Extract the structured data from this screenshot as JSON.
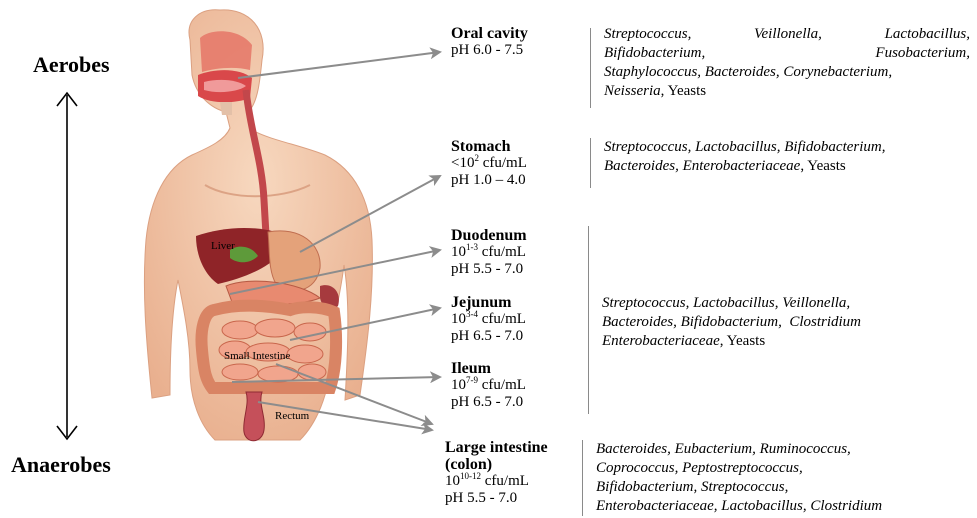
{
  "labels": {
    "aerobes": "Aerobes",
    "anaerobes": "Anaerobes",
    "liver": "Liver",
    "small_intestine": "Small Intestine",
    "rectum": "Rectum"
  },
  "organs": [
    {
      "name": "Oral cavity",
      "count_base": "",
      "count_exp": "",
      "count_unit": "",
      "ph": "pH 6.0 - 7.5"
    },
    {
      "name": "Stomach",
      "count_base": "<10",
      "count_exp": "2",
      "count_unit": " cfu/mL",
      "ph": "pH 1.0 – 4.0"
    },
    {
      "name": "Duodenum",
      "count_base": "10",
      "count_exp": "1-3",
      "count_unit": " cfu/mL",
      "ph": "pH 5.5 - 7.0"
    },
    {
      "name": "Jejunum",
      "count_base": "10",
      "count_exp": "3-4",
      "count_unit": " cfu/mL",
      "ph": "pH 6.5 - 7.0"
    },
    {
      "name": "Ileum",
      "count_base": "10",
      "count_exp": "7-9",
      "count_unit": " cfu/mL",
      "ph": "pH 6.5 - 7.0"
    },
    {
      "name": "Large intestine",
      "name2": "(colon)",
      "count_base": "10",
      "count_exp": "10-12",
      "count_unit": " cfu/mL",
      "ph": "pH 5.5 - 7.0"
    }
  ],
  "bacteria": {
    "oral": {
      "l1": [
        "Streptococcus,",
        "Veillonella,",
        "Lactobacillus,"
      ],
      "l2": [
        "Bifidobacterium,",
        "Fusobacterium,"
      ],
      "l3": "Staphylococcus, Bacteroides, Corynebacterium,",
      "l4_italic": "Neisseria",
      "l4_plain": ", Yeasts"
    },
    "stomach": {
      "l1": "Streptococcus, Lactobacillus, Bifidobacterium,",
      "l2_italic": "Bacteroides, Enterobacteriaceae",
      "l2_plain": ", Yeasts"
    },
    "small": {
      "l1": "Streptococcus, Lactobacillus, Veillonella,",
      "l2": "Bacteroides, Bifidobacterium,  Clostridium",
      "l3_italic": "Enterobacteriaceae",
      "l3_plain": ", Yeasts"
    },
    "large": {
      "l1": "Bacteroides, Eubacterium, Ruminococcus,",
      "l2": "Coprococcus, Peptostreptococcus,",
      "l3": "Bifidobacterium, Streptococcus,",
      "l4": "Enterobacteriaceae, Lactobacillus, Clostridium"
    }
  },
  "colors": {
    "skin": "#f3c7a6",
    "skin_shade": "#e7ab88",
    "arrow": "#8c8c8c",
    "liver": "#8f2428",
    "intestine": "#e88a70",
    "colon": "#c5505a",
    "divider": "#8a8a8a"
  }
}
